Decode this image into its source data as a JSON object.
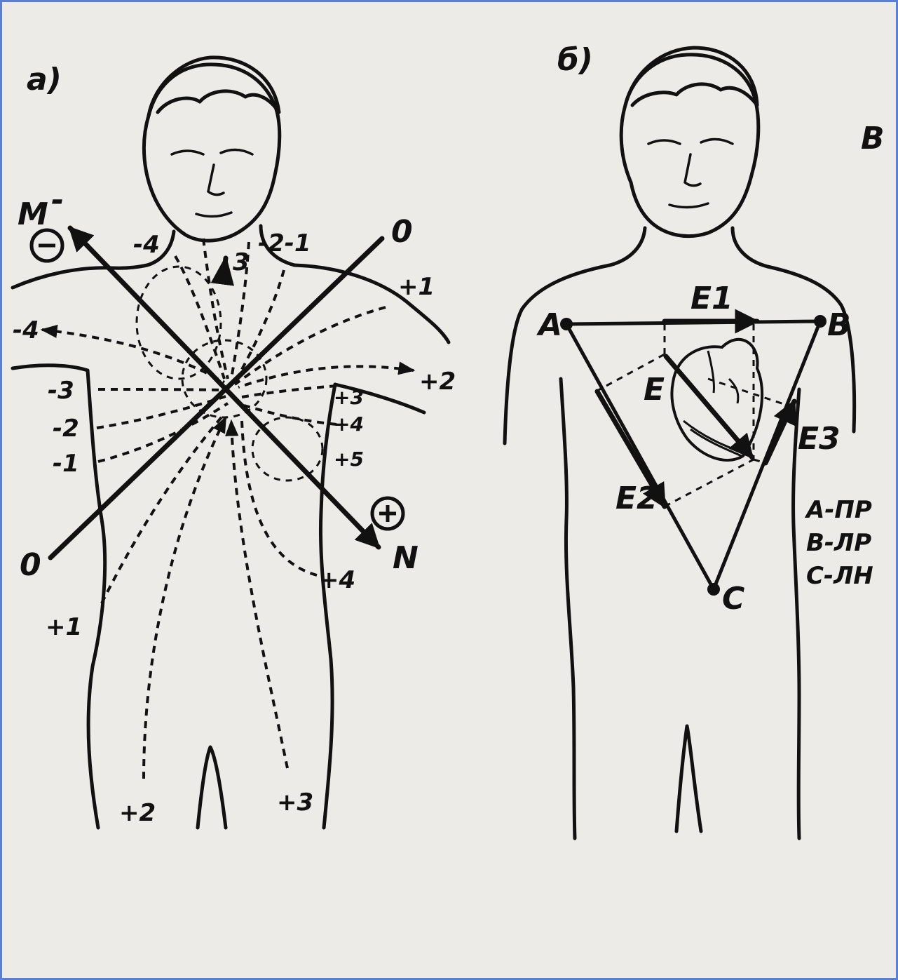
{
  "panel_a": {
    "panel_label": "а)",
    "dipole": {
      "neg_end": "M",
      "neg_mark": "-",
      "pos_end": "N",
      "neg_sign": "⊖",
      "pos_sign": "⊕"
    },
    "zero_line": {
      "top_label": "0",
      "bottom_label": "0"
    },
    "potentials": {
      "head_left": "-4",
      "neck_right": "-2-1",
      "neck_center": "3",
      "shoulder_left": "-4",
      "shoulder_right": "+1",
      "arm_right": "+2",
      "left_side": [
        "-3",
        "-2",
        "-1"
      ],
      "right_side": [
        "+3",
        "+4",
        "+5"
      ],
      "lower_right": "+4",
      "lower_left": "+1",
      "bottom_left": "+2",
      "bottom_right": "+3"
    }
  },
  "panel_b": {
    "panel_label": "б)",
    "panel_label_v": "В",
    "vertices": {
      "a": "A",
      "b": "B",
      "c": "C"
    },
    "vectors": {
      "e": "E",
      "e1": "E1",
      "e2": "E2",
      "e3": "E3"
    },
    "legend": [
      "A-ПР",
      "В-ЛР",
      "С-ЛН"
    ]
  },
  "colors": {
    "ink": "#111111",
    "paper": "#ecebe8",
    "frame": "#5a7fd6"
  }
}
